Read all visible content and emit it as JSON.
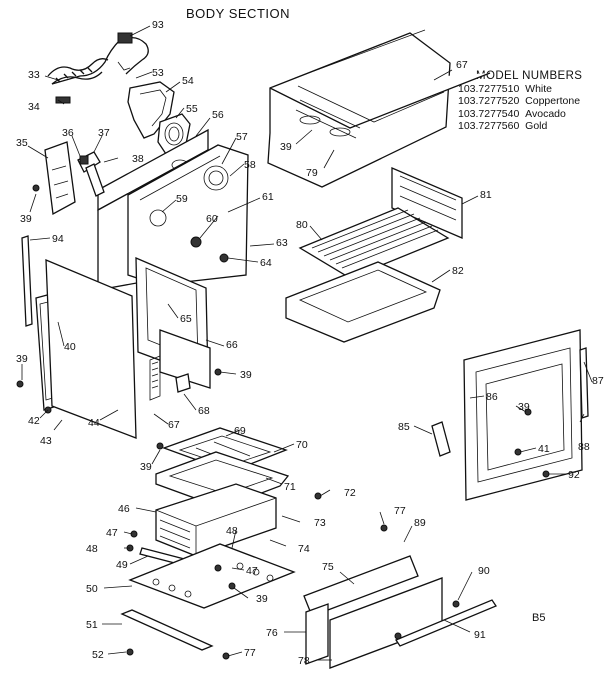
{
  "title": "BODY SECTION",
  "models": {
    "header": "MODEL NUMBERS",
    "rows": [
      {
        "number": "103.7277510",
        "color": "White"
      },
      {
        "number": "103.7277520",
        "color": "Coppertone"
      },
      {
        "number": "103.7277540",
        "color": "Avocado"
      },
      {
        "number": "103.7277560",
        "color": "Gold"
      }
    ]
  },
  "page_code": "B5",
  "callouts": {
    "c93": "93",
    "c33": "33",
    "c53": "53",
    "c54": "54",
    "c34": "34",
    "c55": "55",
    "c56": "56",
    "c36": "36",
    "c37": "37",
    "c35": "35",
    "c38": "38",
    "c57": "57",
    "c58": "58",
    "c39a": "39",
    "c59": "59",
    "c61": "61",
    "c60": "60",
    "c94": "94",
    "c63": "63",
    "c64": "64",
    "c40": "40",
    "c65": "65",
    "c66": "66",
    "c39b": "39",
    "c39c": "39",
    "c42": "42",
    "c43": "43",
    "c44": "44",
    "c67b": "67",
    "c68": "68",
    "c39d": "39",
    "c67": "67",
    "c39e": "39",
    "c79": "79",
    "c81": "81",
    "c80": "80",
    "c82": "82",
    "c86": "86",
    "c87": "87",
    "c39f": "39",
    "c85": "85",
    "c41": "41",
    "c88": "88",
    "c92": "92",
    "c69": "69",
    "c70": "70",
    "c71": "71",
    "c72": "72",
    "c46": "46",
    "c73": "73",
    "c47a": "47",
    "c48a": "48",
    "c48b": "48",
    "c74": "74",
    "c49": "49",
    "c47b": "47",
    "c50": "50",
    "c39g": "39",
    "c77a": "77",
    "c89": "89",
    "c75": "75",
    "c90": "90",
    "c51": "51",
    "c76": "76",
    "c91": "91",
    "c52": "52",
    "c77b": "77",
    "c78": "78"
  }
}
